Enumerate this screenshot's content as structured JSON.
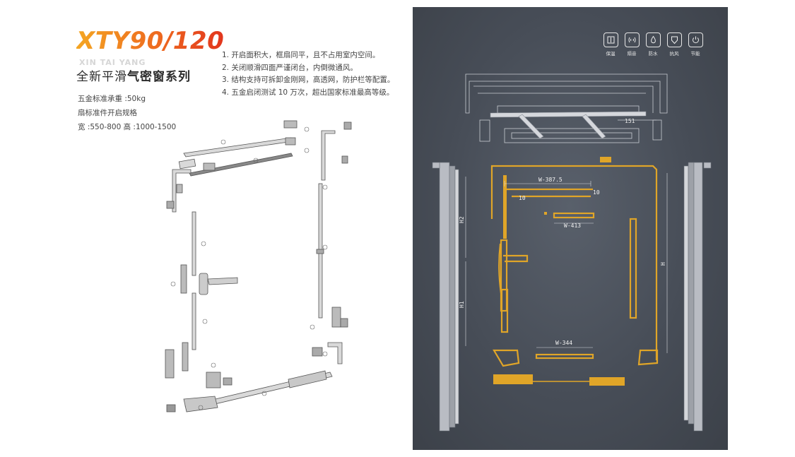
{
  "header": {
    "model": "XTY90/120",
    "brand_en": "XIN TAI YANG",
    "series_normal": "全新平滑",
    "series_bold": "气密窗系列"
  },
  "specs": [
    "五金标准承重 :50kg",
    "扇标准件开启规格",
    "宽 :550-800 高 :1000-1500"
  ],
  "features": [
    "1. 开启面积大，框扇同平，且不占用室内空间。",
    "2. 关闭顺滑四面严谨闭台，内倒微通风。",
    "3. 结构支持可拆卸金刚网，高透网，防护栏等配置。",
    "4. 五金启闭测试 10 万次，超出国家标准最高等级。"
  ],
  "feature_icons": [
    {
      "name": "thermal-icon",
      "label": "保温"
    },
    {
      "name": "soundproof-icon",
      "label": "隔音"
    },
    {
      "name": "waterproof-icon",
      "label": "防水"
    },
    {
      "name": "wind-icon",
      "label": "抗风"
    },
    {
      "name": "power-icon",
      "label": "节能"
    }
  ],
  "dimensions": {
    "top_offset": "151",
    "w1": "W-387.5",
    "gap_a": "10",
    "gap_b": "10",
    "w2": "W-413",
    "w3": "W-344",
    "h2": "H2",
    "h1": "H1",
    "h": "H"
  },
  "colors": {
    "accent_gradient_start": "#f4a623",
    "accent_gradient_end": "#e2351d",
    "panel_bg": "#474d57",
    "hardware_gold": "#e0a528"
  }
}
